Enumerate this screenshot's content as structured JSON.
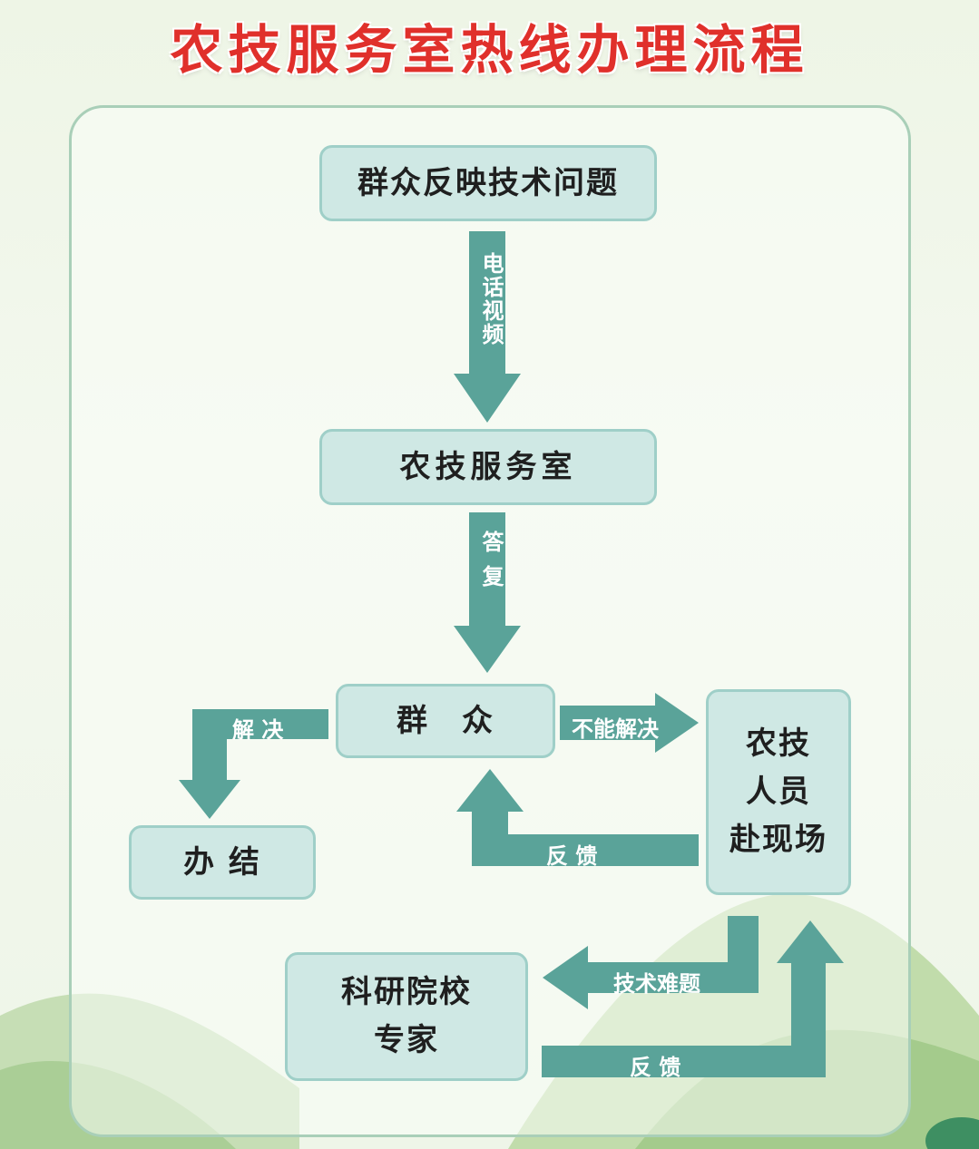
{
  "title": "农技服务室热线办理流程",
  "nodes": {
    "report": "群众反映技术问题",
    "service_room": "农技服务室",
    "masses": "群　众",
    "closed": "办 结",
    "onsite": "农技\n人员\n赴现场",
    "experts": "科研院校\n专家"
  },
  "edges": {
    "phone_video": "电话视频",
    "reply": "答复",
    "solved": "解 决",
    "unsolved": "不能解决",
    "feedback_masses": "反 馈",
    "tech_problem": "技术难题",
    "feedback_onsite": "反 馈"
  },
  "colors": {
    "title": "#e0302b",
    "arrow": "#5aa399",
    "box": "#cfe8e4",
    "box_border": "#9fcfc8",
    "panel_border": "#a9cfb8"
  }
}
